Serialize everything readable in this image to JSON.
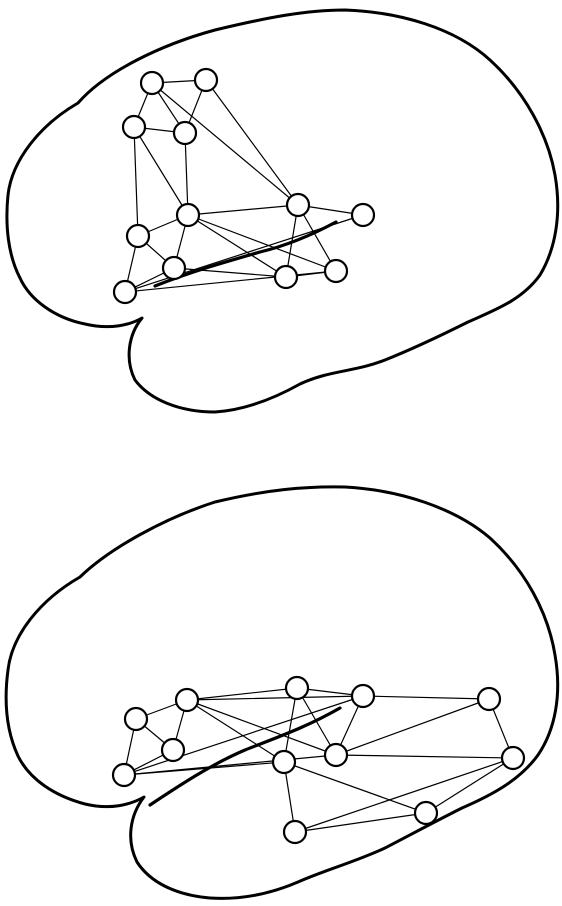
{
  "figure": {
    "panels": [
      {
        "id": "top",
        "nodes": [
          "a",
          "b",
          "c",
          "d",
          "e",
          "f",
          "g",
          "h",
          "i",
          "j",
          "k",
          "l"
        ],
        "edges": [
          [
            "a",
            "b"
          ],
          [
            "a",
            "c"
          ],
          [
            "a",
            "d"
          ],
          [
            "b",
            "d"
          ],
          [
            "b",
            "j"
          ],
          [
            "a",
            "j"
          ],
          [
            "c",
            "d"
          ],
          [
            "c",
            "f"
          ],
          [
            "c",
            "e"
          ],
          [
            "d",
            "e"
          ],
          [
            "e",
            "f"
          ],
          [
            "e",
            "g"
          ],
          [
            "f",
            "g"
          ],
          [
            "f",
            "h"
          ],
          [
            "h",
            "g"
          ],
          [
            "e",
            "i"
          ],
          [
            "e",
            "k"
          ],
          [
            "e",
            "j"
          ],
          [
            "i",
            "j"
          ],
          [
            "i",
            "k"
          ],
          [
            "j",
            "l"
          ],
          [
            "j",
            "k"
          ],
          [
            "g",
            "i"
          ],
          [
            "h",
            "k"
          ],
          [
            "h",
            "l"
          ]
        ]
      },
      {
        "id": "bottom",
        "nodes": [
          "a",
          "b",
          "c",
          "d",
          "e",
          "f",
          "g",
          "h",
          "i",
          "j",
          "k",
          "l"
        ],
        "edges": [
          [
            "a",
            "b"
          ],
          [
            "a",
            "c"
          ],
          [
            "b",
            "c"
          ],
          [
            "a",
            "d"
          ],
          [
            "c",
            "d"
          ],
          [
            "b",
            "e"
          ],
          [
            "b",
            "f"
          ],
          [
            "b",
            "g"
          ],
          [
            "b",
            "h"
          ],
          [
            "e",
            "f"
          ],
          [
            "e",
            "g"
          ],
          [
            "f",
            "g"
          ],
          [
            "f",
            "i"
          ],
          [
            "g",
            "i"
          ],
          [
            "e",
            "h"
          ],
          [
            "d",
            "g"
          ],
          [
            "d",
            "h"
          ],
          [
            "d",
            "f"
          ],
          [
            "h",
            "j"
          ],
          [
            "h",
            "k"
          ],
          [
            "j",
            "l"
          ],
          [
            "i",
            "l"
          ],
          [
            "k",
            "l"
          ],
          [
            "l",
            "g"
          ],
          [
            "j",
            "k"
          ]
        ]
      }
    ]
  }
}
